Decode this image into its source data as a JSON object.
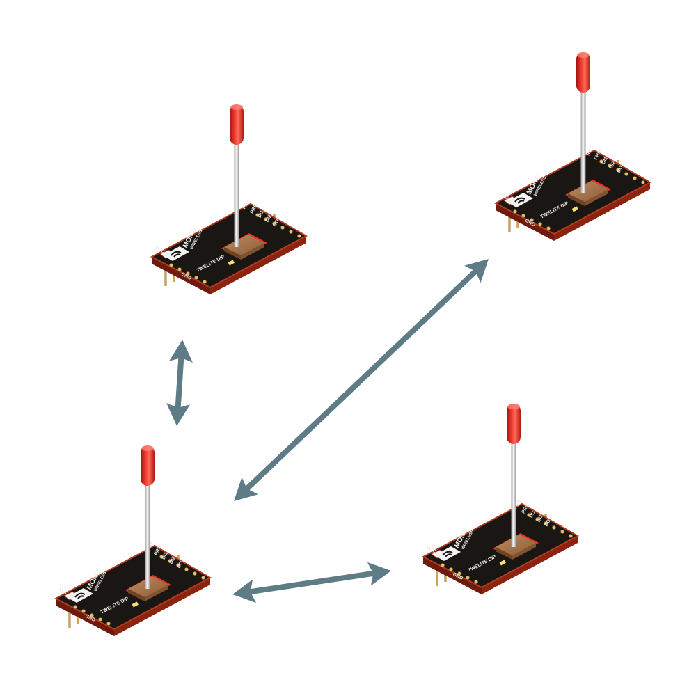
{
  "diagram": {
    "colors": {
      "background": "#ffffff",
      "arrow": "#5f7c86",
      "board": "#1a1614",
      "board_edge": "#b43a1e",
      "antenna_cap": "#e0291f",
      "antenna_rod": "#d9d9d9",
      "module_can": "#a8764f",
      "pin": "#c9963e",
      "pad": "#e5c06a"
    },
    "modules": [
      {
        "id": "module-top-left",
        "logo_top": "MONO",
        "logo_bottom": "WIRELESS",
        "model": "TWELITE DIP",
        "pins_right": [
          "RST",
          "PRG",
          "DI1",
          "DI2",
          "DO1"
        ],
        "pin_vcc": "VCC",
        "pin_gnd": "GND",
        "antenna_icon": "antenna-icon"
      },
      {
        "id": "module-top-right",
        "logo_top": "MONO",
        "logo_bottom": "WIRELESS",
        "model": "TWELITE DIP",
        "pins_right": [
          "RST",
          "PRG",
          "DI1",
          "DI2",
          "DO1"
        ],
        "pin_vcc": "VCC",
        "pin_gnd": "GND",
        "antenna_icon": "antenna-icon"
      },
      {
        "id": "module-bottom-left",
        "logo_top": "MONO",
        "logo_bottom": "WIRELESS",
        "model": "TWELITE DIP",
        "pins_right": [
          "RST",
          "PRG",
          "DI1",
          "DI2",
          "DO1"
        ],
        "pin_vcc": "VCC",
        "pin_gnd": "GND",
        "antenna_icon": "antenna-icon"
      },
      {
        "id": "module-bottom-right",
        "logo_top": "MONO",
        "logo_bottom": "WIRELESS",
        "model": "TWELITE DIP",
        "pins_right": [
          "RST",
          "PRG",
          "DI1",
          "DI2",
          "DO1"
        ],
        "pin_vcc": "VCC",
        "pin_gnd": "GND",
        "antenna_icon": "antenna-icon"
      }
    ],
    "links": [
      {
        "from": "module-top-left",
        "to": "module-bottom-left",
        "kind": "bidirectional"
      },
      {
        "from": "module-bottom-left",
        "to": "module-top-right",
        "kind": "bidirectional"
      },
      {
        "from": "module-bottom-left",
        "to": "module-bottom-right",
        "kind": "bidirectional"
      }
    ]
  }
}
